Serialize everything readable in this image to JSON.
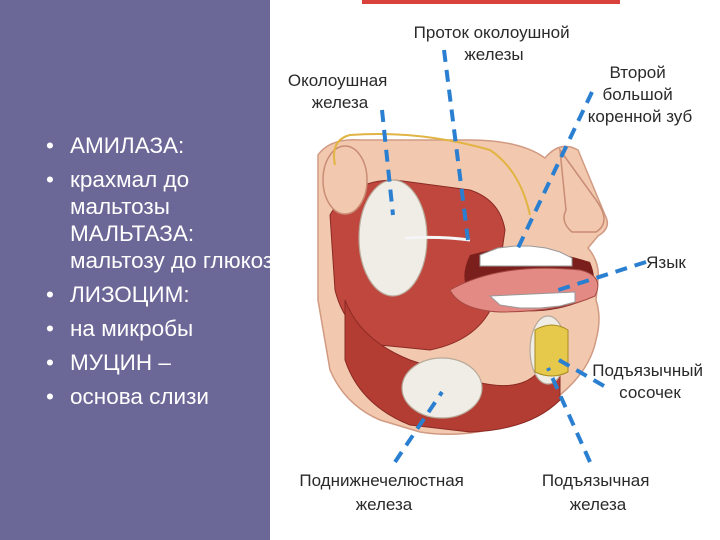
{
  "bullets": [
    {
      "marker": "•",
      "text": "АМИЛАЗА:"
    },
    {
      "marker": "•",
      "text": "крахмал до"
    },
    {
      "marker": "",
      "text": "мальтозы"
    },
    {
      "marker": "",
      "text": "МАЛЬТАЗА:"
    },
    {
      "marker": "",
      "text": "мальтозу до глюкозы"
    },
    {
      "marker": "•",
      "text": "ЛИЗОЦИМ:"
    },
    {
      "marker": "•",
      "text": "на микробы"
    },
    {
      "marker": "•",
      "text": "МУЦИН –"
    },
    {
      "marker": "•",
      "text": "основа слизи"
    }
  ],
  "labels": {
    "parotid_duct": [
      "Проток околоушной",
      "железы"
    ],
    "parotid_gland": [
      "Околоушная",
      "железа"
    ],
    "second_molar": [
      "Второй",
      "большой",
      "коренной зуб"
    ],
    "tongue": [
      "Язык"
    ],
    "sublingual_papilla": [
      "Подъязычный",
      "сосочек"
    ],
    "submandibular_gland": [
      "Поднижнечелюстная",
      "железа"
    ],
    "sublingual_gland": [
      "Подъязычная",
      "железа"
    ]
  },
  "colors": {
    "panel": "#6b6797",
    "pointer": "#2a7fd1",
    "accent": "#d8413c",
    "gland": "#f0ece6",
    "muscle": "#c0473e",
    "skin": "#f2c9ae"
  }
}
